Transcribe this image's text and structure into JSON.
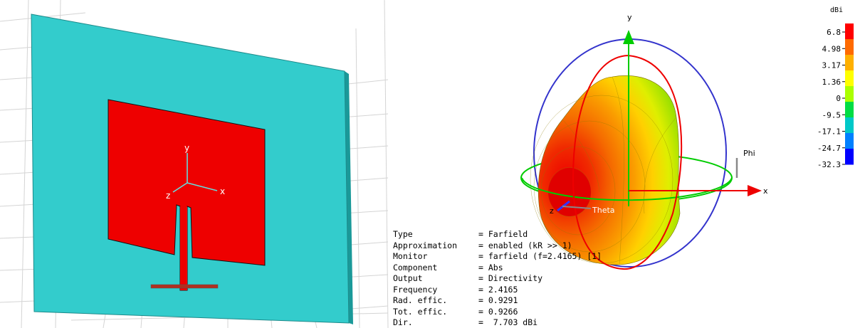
{
  "left_view": {
    "axis_labels": {
      "x": "x",
      "y": "y",
      "z": "z"
    }
  },
  "right_view": {
    "axis_labels": {
      "x": "x",
      "y": "y",
      "z": "z",
      "phi": "Phi",
      "theta": "Theta"
    }
  },
  "colorbar": {
    "unit": "dBi",
    "ticks": [
      "6.8",
      "4.98",
      "3.17",
      "1.36",
      "0",
      "-9.5",
      "-17.1",
      "-24.7",
      "-32.3"
    ],
    "colors": [
      "#ff0000",
      "#ff6a00",
      "#ffb000",
      "#ffff00",
      "#aaff00",
      "#00dd44",
      "#00c8c8",
      "#0080ff",
      "#0000ff"
    ]
  },
  "info": [
    {
      "key": "Type",
      "value": "= Farfield"
    },
    {
      "key": "Approximation",
      "value": "= enabled (kR >> 1)"
    },
    {
      "key": "Monitor",
      "value": "= farfield (f=2.4165) [1]"
    },
    {
      "key": "Component",
      "value": "= Abs"
    },
    {
      "key": "Output",
      "value": "= Directivity"
    },
    {
      "key": "Frequency",
      "value": "= 2.4165"
    },
    {
      "key": "Rad. effic.",
      "value": "= 0.9291"
    },
    {
      "key": "Tot. effic.",
      "value": "= 0.9266"
    },
    {
      "key": "Dir.",
      "value": "=  7.703 dBi"
    }
  ],
  "colors": {
    "substrate": "#33cccc",
    "patch": "#ee0000",
    "grid": "#cfcfcf",
    "axis_green": "#00cc00",
    "axis_red": "#ee0000",
    "axis_blue": "#3333cc"
  }
}
